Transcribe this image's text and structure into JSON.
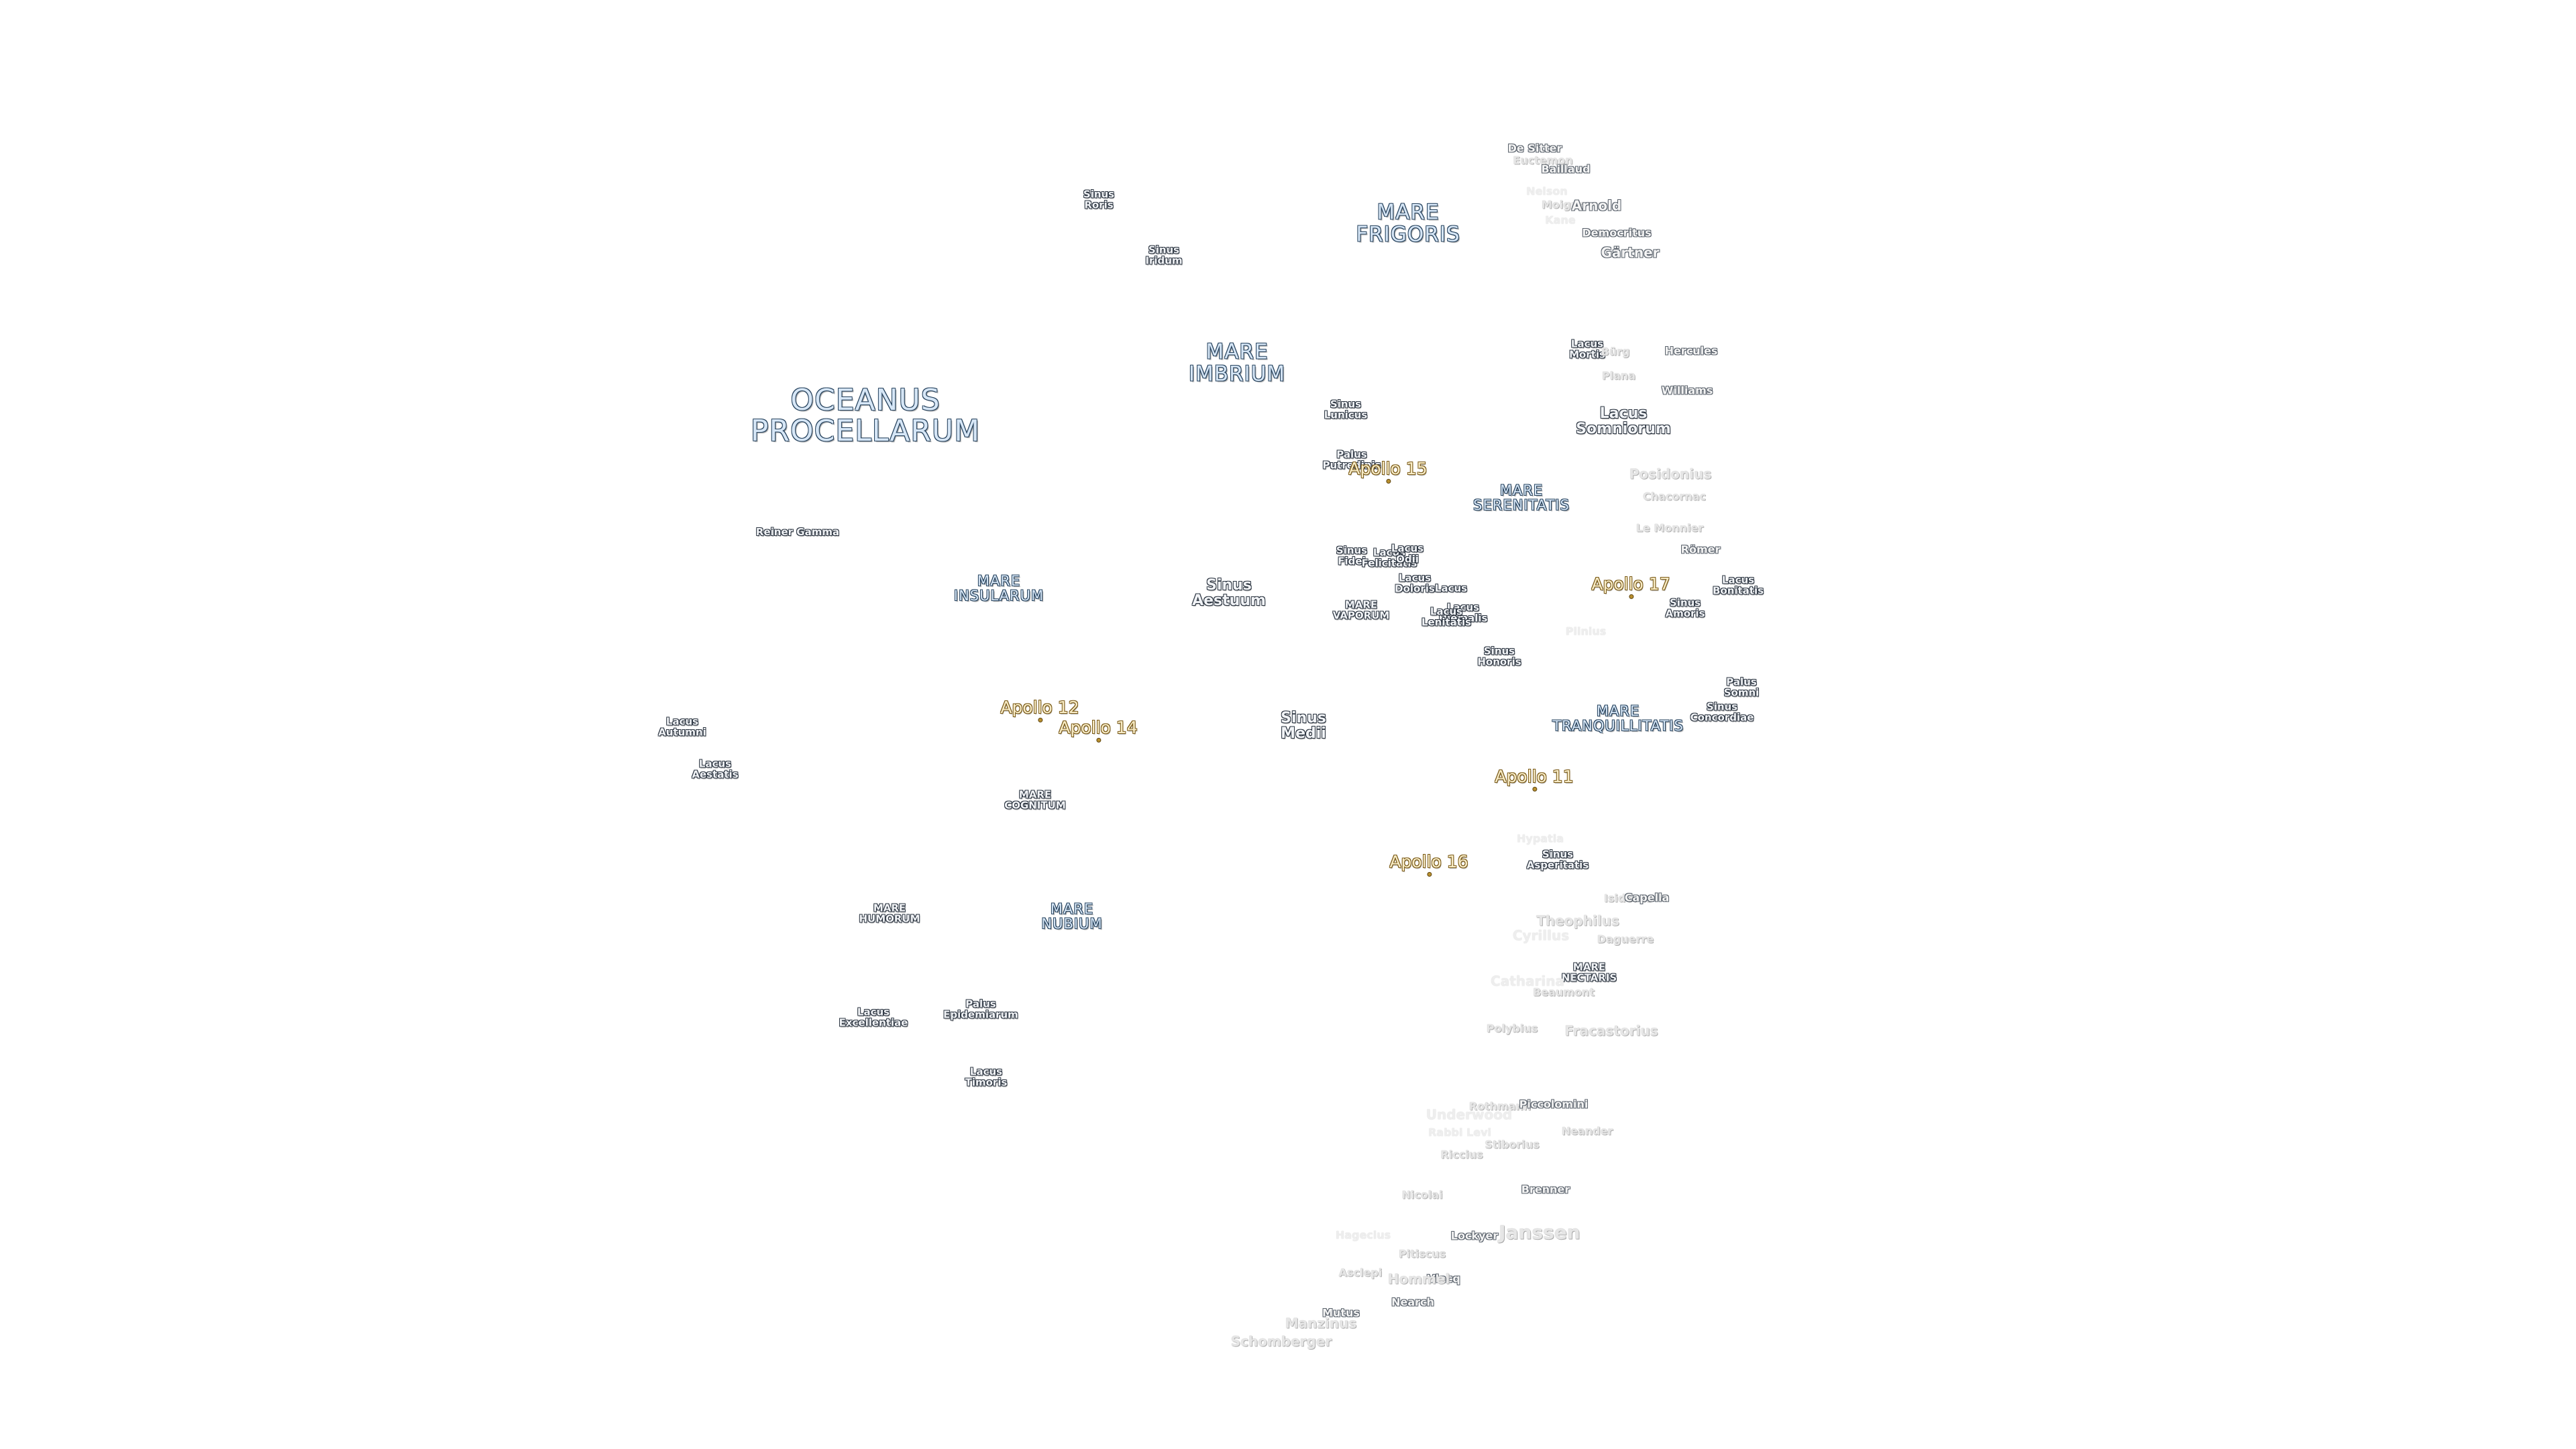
{
  "map": {
    "seas": [
      {
        "id": "oceanus-procellarum",
        "text": "OCEANUS\nPROCELLARUM"
      },
      {
        "id": "mare-frigoris",
        "text": "MARE\nFRIGORIS"
      },
      {
        "id": "mare-imbrium",
        "text": "MARE\nIMBRIUM"
      },
      {
        "id": "mare-serenitatis",
        "text": "MARE\nSERENITATIS"
      },
      {
        "id": "mare-insularum",
        "text": "MARE\nINSULARUM"
      },
      {
        "id": "mare-vaporum",
        "text": "MARE\nVAPORUM"
      },
      {
        "id": "mare-tranquillitatis",
        "text": "MARE\nTRANQUILLITATIS"
      },
      {
        "id": "mare-cognitum",
        "text": "MARE\nCOGNITUM"
      },
      {
        "id": "mare-humorum",
        "text": "MARE\nHUMORUM"
      },
      {
        "id": "mare-nubium",
        "text": "MARE\nNUBIUM"
      },
      {
        "id": "mare-nectaris",
        "text": "MARE\nNECTARIS"
      }
    ],
    "minor_features": [
      {
        "id": "sinus-roris",
        "text": "Sinus\nRoris"
      },
      {
        "id": "sinus-iridum",
        "text": "Sinus\nIridum"
      },
      {
        "id": "sinus-lunicus",
        "text": "Sinus\nLunicus"
      },
      {
        "id": "palus-putredinis",
        "text": "Palus\nPutredinis"
      },
      {
        "id": "lacus-mortis",
        "text": "Lacus\nMortis"
      },
      {
        "id": "lacus-somniorum",
        "text": "Lacus\nSomniorum"
      },
      {
        "id": "sinus-fidei",
        "text": "Sinus\nFidei"
      },
      {
        "id": "lacus-felicitatis",
        "text": "Lacus\nFelicitatis"
      },
      {
        "id": "lacus-odii",
        "text": "Lacus\nOdii"
      },
      {
        "id": "lacus-doloris",
        "text": "Lacus\nDoloris"
      },
      {
        "id": "lacus-gaudii",
        "text": "Lacus"
      },
      {
        "id": "lacus-hiemalis",
        "text": "Lacus\nHiemalis"
      },
      {
        "id": "lacus-lenitatis",
        "text": "Lacus\nLenitatis"
      },
      {
        "id": "sinus-aestuum",
        "text": "Sinus\nAestuum"
      },
      {
        "id": "sinus-honoris",
        "text": "Sinus\nHonoris"
      },
      {
        "id": "sinus-amoris",
        "text": "Sinus\nAmoris"
      },
      {
        "id": "lacus-bonitatis",
        "text": "Lacus\nBonitatis"
      },
      {
        "id": "palus-somni",
        "text": "Palus\nSomni"
      },
      {
        "id": "sinus-concordiae",
        "text": "Sinus\nConcordiae"
      },
      {
        "id": "sinus-medii",
        "text": "Sinus\nMedii"
      },
      {
        "id": "lacus-autumni",
        "text": "Lacus\nAutumni"
      },
      {
        "id": "lacus-aestatis",
        "text": "Lacus\nAestatis"
      },
      {
        "id": "sinus-asperitatis",
        "text": "Sinus\nAsperitatis"
      },
      {
        "id": "lacus-excellentiae",
        "text": "Lacus\nExcellentiae"
      },
      {
        "id": "palus-epidemiarum",
        "text": "Palus\nEpidemiarum"
      },
      {
        "id": "lacus-timoris",
        "text": "Lacus\nTimoris"
      },
      {
        "id": "reiner-gamma",
        "text": "Reiner Gamma"
      }
    ],
    "apollo_sites": [
      {
        "id": "apollo-15",
        "text": "Apollo 15"
      },
      {
        "id": "apollo-17",
        "text": "Apollo 17"
      },
      {
        "id": "apollo-12",
        "text": "Apollo 12"
      },
      {
        "id": "apollo-14",
        "text": "Apollo 14"
      },
      {
        "id": "apollo-11",
        "text": "Apollo 11"
      },
      {
        "id": "apollo-16",
        "text": "Apollo 16"
      }
    ],
    "craters": [
      {
        "id": "de-sitter",
        "text": "De Sitter"
      },
      {
        "id": "baillaud",
        "text": "Baillaud"
      },
      {
        "id": "euctemon",
        "text": "Euctemon"
      },
      {
        "id": "nelson",
        "text": "Nelson"
      },
      {
        "id": "moigno",
        "text": "Moigno"
      },
      {
        "id": "arnold",
        "text": "Arnold"
      },
      {
        "id": "kane",
        "text": "Kane"
      },
      {
        "id": "democritus",
        "text": "Democritus"
      },
      {
        "id": "gartner",
        "text": "Gärtner"
      },
      {
        "id": "burg",
        "text": "Bürg"
      },
      {
        "id": "hercules",
        "text": "Hercules"
      },
      {
        "id": "plana",
        "text": "Plana"
      },
      {
        "id": "williams",
        "text": "Williams"
      },
      {
        "id": "posidonius",
        "text": "Posidonius"
      },
      {
        "id": "chacornac",
        "text": "Chacornac"
      },
      {
        "id": "le-monnier",
        "text": "Le Monnier"
      },
      {
        "id": "romer",
        "text": "Römer"
      },
      {
        "id": "plinius",
        "text": "Plinius"
      },
      {
        "id": "hypatia",
        "text": "Hypatia"
      },
      {
        "id": "isidorus",
        "text": "Isidorus"
      },
      {
        "id": "capella",
        "text": "Capella"
      },
      {
        "id": "theophilus",
        "text": "Theophilus"
      },
      {
        "id": "cyrillus",
        "text": "Cyrillus"
      },
      {
        "id": "daguerre",
        "text": "Daguerre"
      },
      {
        "id": "catharina",
        "text": "Catharina"
      },
      {
        "id": "beaumont",
        "text": "Beaumont"
      },
      {
        "id": "polybius",
        "text": "Polybius"
      },
      {
        "id": "fracastorius",
        "text": "Fracastorius"
      },
      {
        "id": "rothmann",
        "text": "Rothmann"
      },
      {
        "id": "piccolomini",
        "text": "Piccolomini"
      },
      {
        "id": "underwood",
        "text": "Underwood"
      },
      {
        "id": "neander",
        "text": "Neander"
      },
      {
        "id": "rabbi-levi",
        "text": "Rabbi Levi"
      },
      {
        "id": "stiborius",
        "text": "Stiborius"
      },
      {
        "id": "riccius",
        "text": "Riccius"
      },
      {
        "id": "brenner",
        "text": "Brenner"
      },
      {
        "id": "nicolai",
        "text": "Nicolai"
      },
      {
        "id": "janssen",
        "text": "Janssen"
      },
      {
        "id": "lockyer",
        "text": "Lockyer"
      },
      {
        "id": "vlacq",
        "text": "Vlacq"
      },
      {
        "id": "pitiscus",
        "text": "Pitiscus"
      },
      {
        "id": "hommel",
        "text": "Hommel"
      },
      {
        "id": "asclepi",
        "text": "Asclepi"
      },
      {
        "id": "nearch",
        "text": "Nearch"
      },
      {
        "id": "mutus",
        "text": "Mutus"
      },
      {
        "id": "manzinus",
        "text": "Manzinus"
      },
      {
        "id": "schomberger",
        "text": "Schomberger"
      },
      {
        "id": "hagecius",
        "text": "Hagecius"
      }
    ]
  }
}
